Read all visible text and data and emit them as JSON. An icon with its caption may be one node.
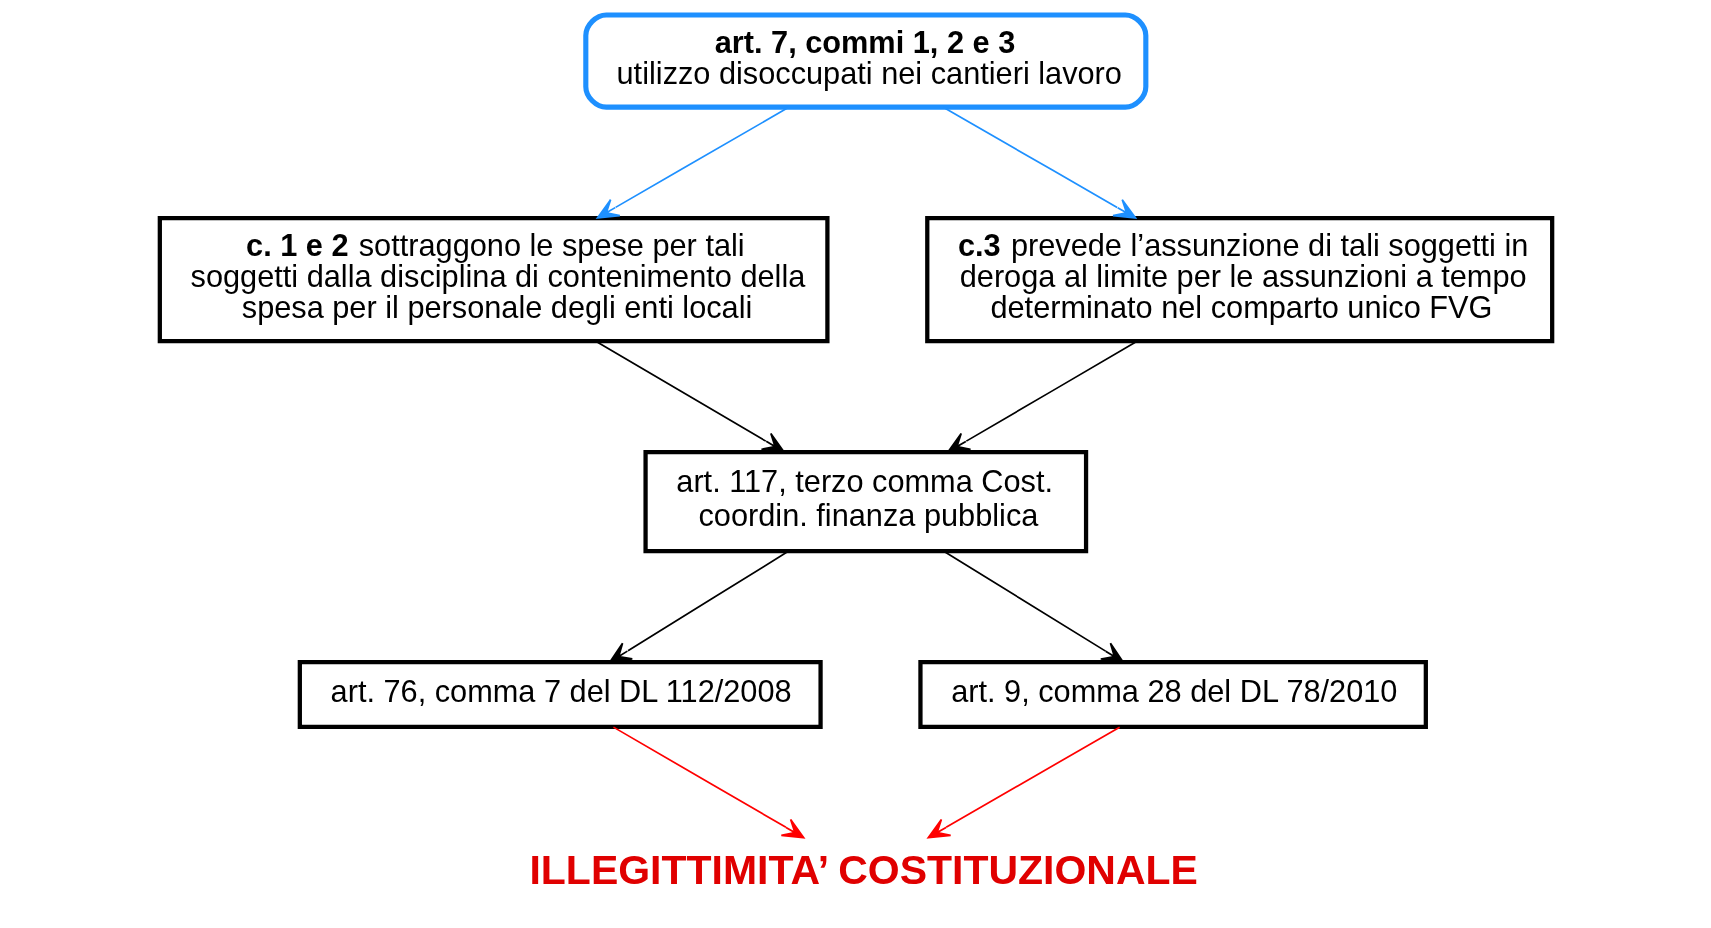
{
  "diagram": {
    "nodes": [
      {
        "text": [
          "art. 7, commi 1, 2 e 3",
          "utilizzo disoccupati nei cantieri lavoro"
        ]
      },
      {
        "text": [
          "**c. 1 e 2** sottraggono le spese per tali soggetti dalla disciplina di contenimento della spesa per il personale degli enti locali"
        ]
      },
      {
        "text": [
          "**c.3** prevede l’assunzione di tali soggetti in deroga al limite per le assunzioni a tempo determinato nel comparto unico FVG"
        ]
      },
      {
        "text": [
          "art. 117, terzo comma Cost. coordin. finanza pubblica"
        ]
      },
      {
        "text": [
          "art. 76, comma 7 del DL 112/2008"
        ]
      },
      {
        "text": [
          "art. 9, comma 28 del DL 78/2010"
        ]
      },
      {
        "text": [
          "ILLEGITTIMITA’ COSTITUZIONALE"
        ]
      }
    ],
    "edges": [
      {
        "from": 0,
        "to": 1,
        "arrow": "to",
        "color": "#1e90ff"
      },
      {
        "from": 0,
        "to": 2,
        "arrow": "to",
        "color": "#1e90ff"
      },
      {
        "from": 1,
        "to": 3,
        "arrow": "to"
      },
      {
        "from": 2,
        "to": 3,
        "arrow": "to"
      },
      {
        "from": 3,
        "to": 4,
        "arrow": "to"
      },
      {
        "from": 3,
        "to": 5,
        "arrow": "to"
      },
      {
        "from": 4,
        "to": 6,
        "arrow": "to",
        "color": "#ff0000"
      },
      {
        "from": 5,
        "to": 6,
        "arrow": "to",
        "color": "#ff0000"
      }
    ]
  }
}
